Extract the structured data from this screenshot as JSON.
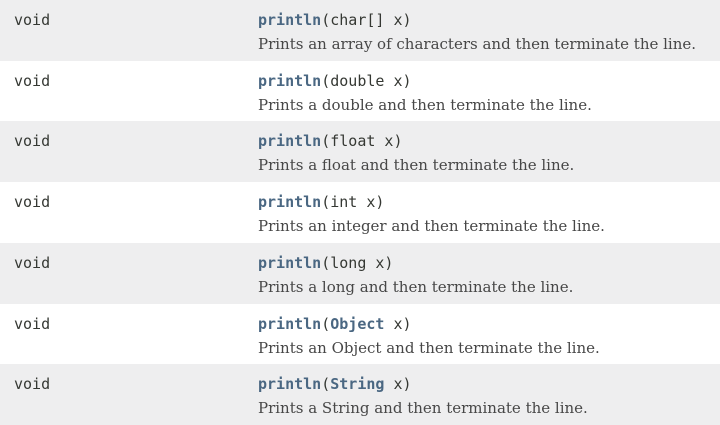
{
  "rows": [
    {
      "return_type": "void",
      "method": "println",
      "open": "(",
      "param_type": "char[]",
      "param_type_linked": false,
      "param_rest": " x)",
      "description": "Prints an array of characters and then terminate the line."
    },
    {
      "return_type": "void",
      "method": "println",
      "open": "(",
      "param_type": "double",
      "param_type_linked": false,
      "param_rest": " x)",
      "description": "Prints a double and then terminate the line."
    },
    {
      "return_type": "void",
      "method": "println",
      "open": "(",
      "param_type": "float",
      "param_type_linked": false,
      "param_rest": " x)",
      "description": "Prints a float and then terminate the line."
    },
    {
      "return_type": "void",
      "method": "println",
      "open": "(",
      "param_type": "int",
      "param_type_linked": false,
      "param_rest": " x)",
      "description": "Prints an integer and then terminate the line."
    },
    {
      "return_type": "void",
      "method": "println",
      "open": "(",
      "param_type": "long",
      "param_type_linked": false,
      "param_rest": " x)",
      "description": "Prints a long and then terminate the line."
    },
    {
      "return_type": "void",
      "method": "println",
      "open": "(",
      "param_type": "Object",
      "param_type_linked": true,
      "param_rest": " x)",
      "description": "Prints an Object and then terminate the line."
    },
    {
      "return_type": "void",
      "method": "println",
      "open": "(",
      "param_type": "String",
      "param_type_linked": true,
      "param_rest": " x)",
      "description": "Prints a String and then terminate the line."
    }
  ]
}
